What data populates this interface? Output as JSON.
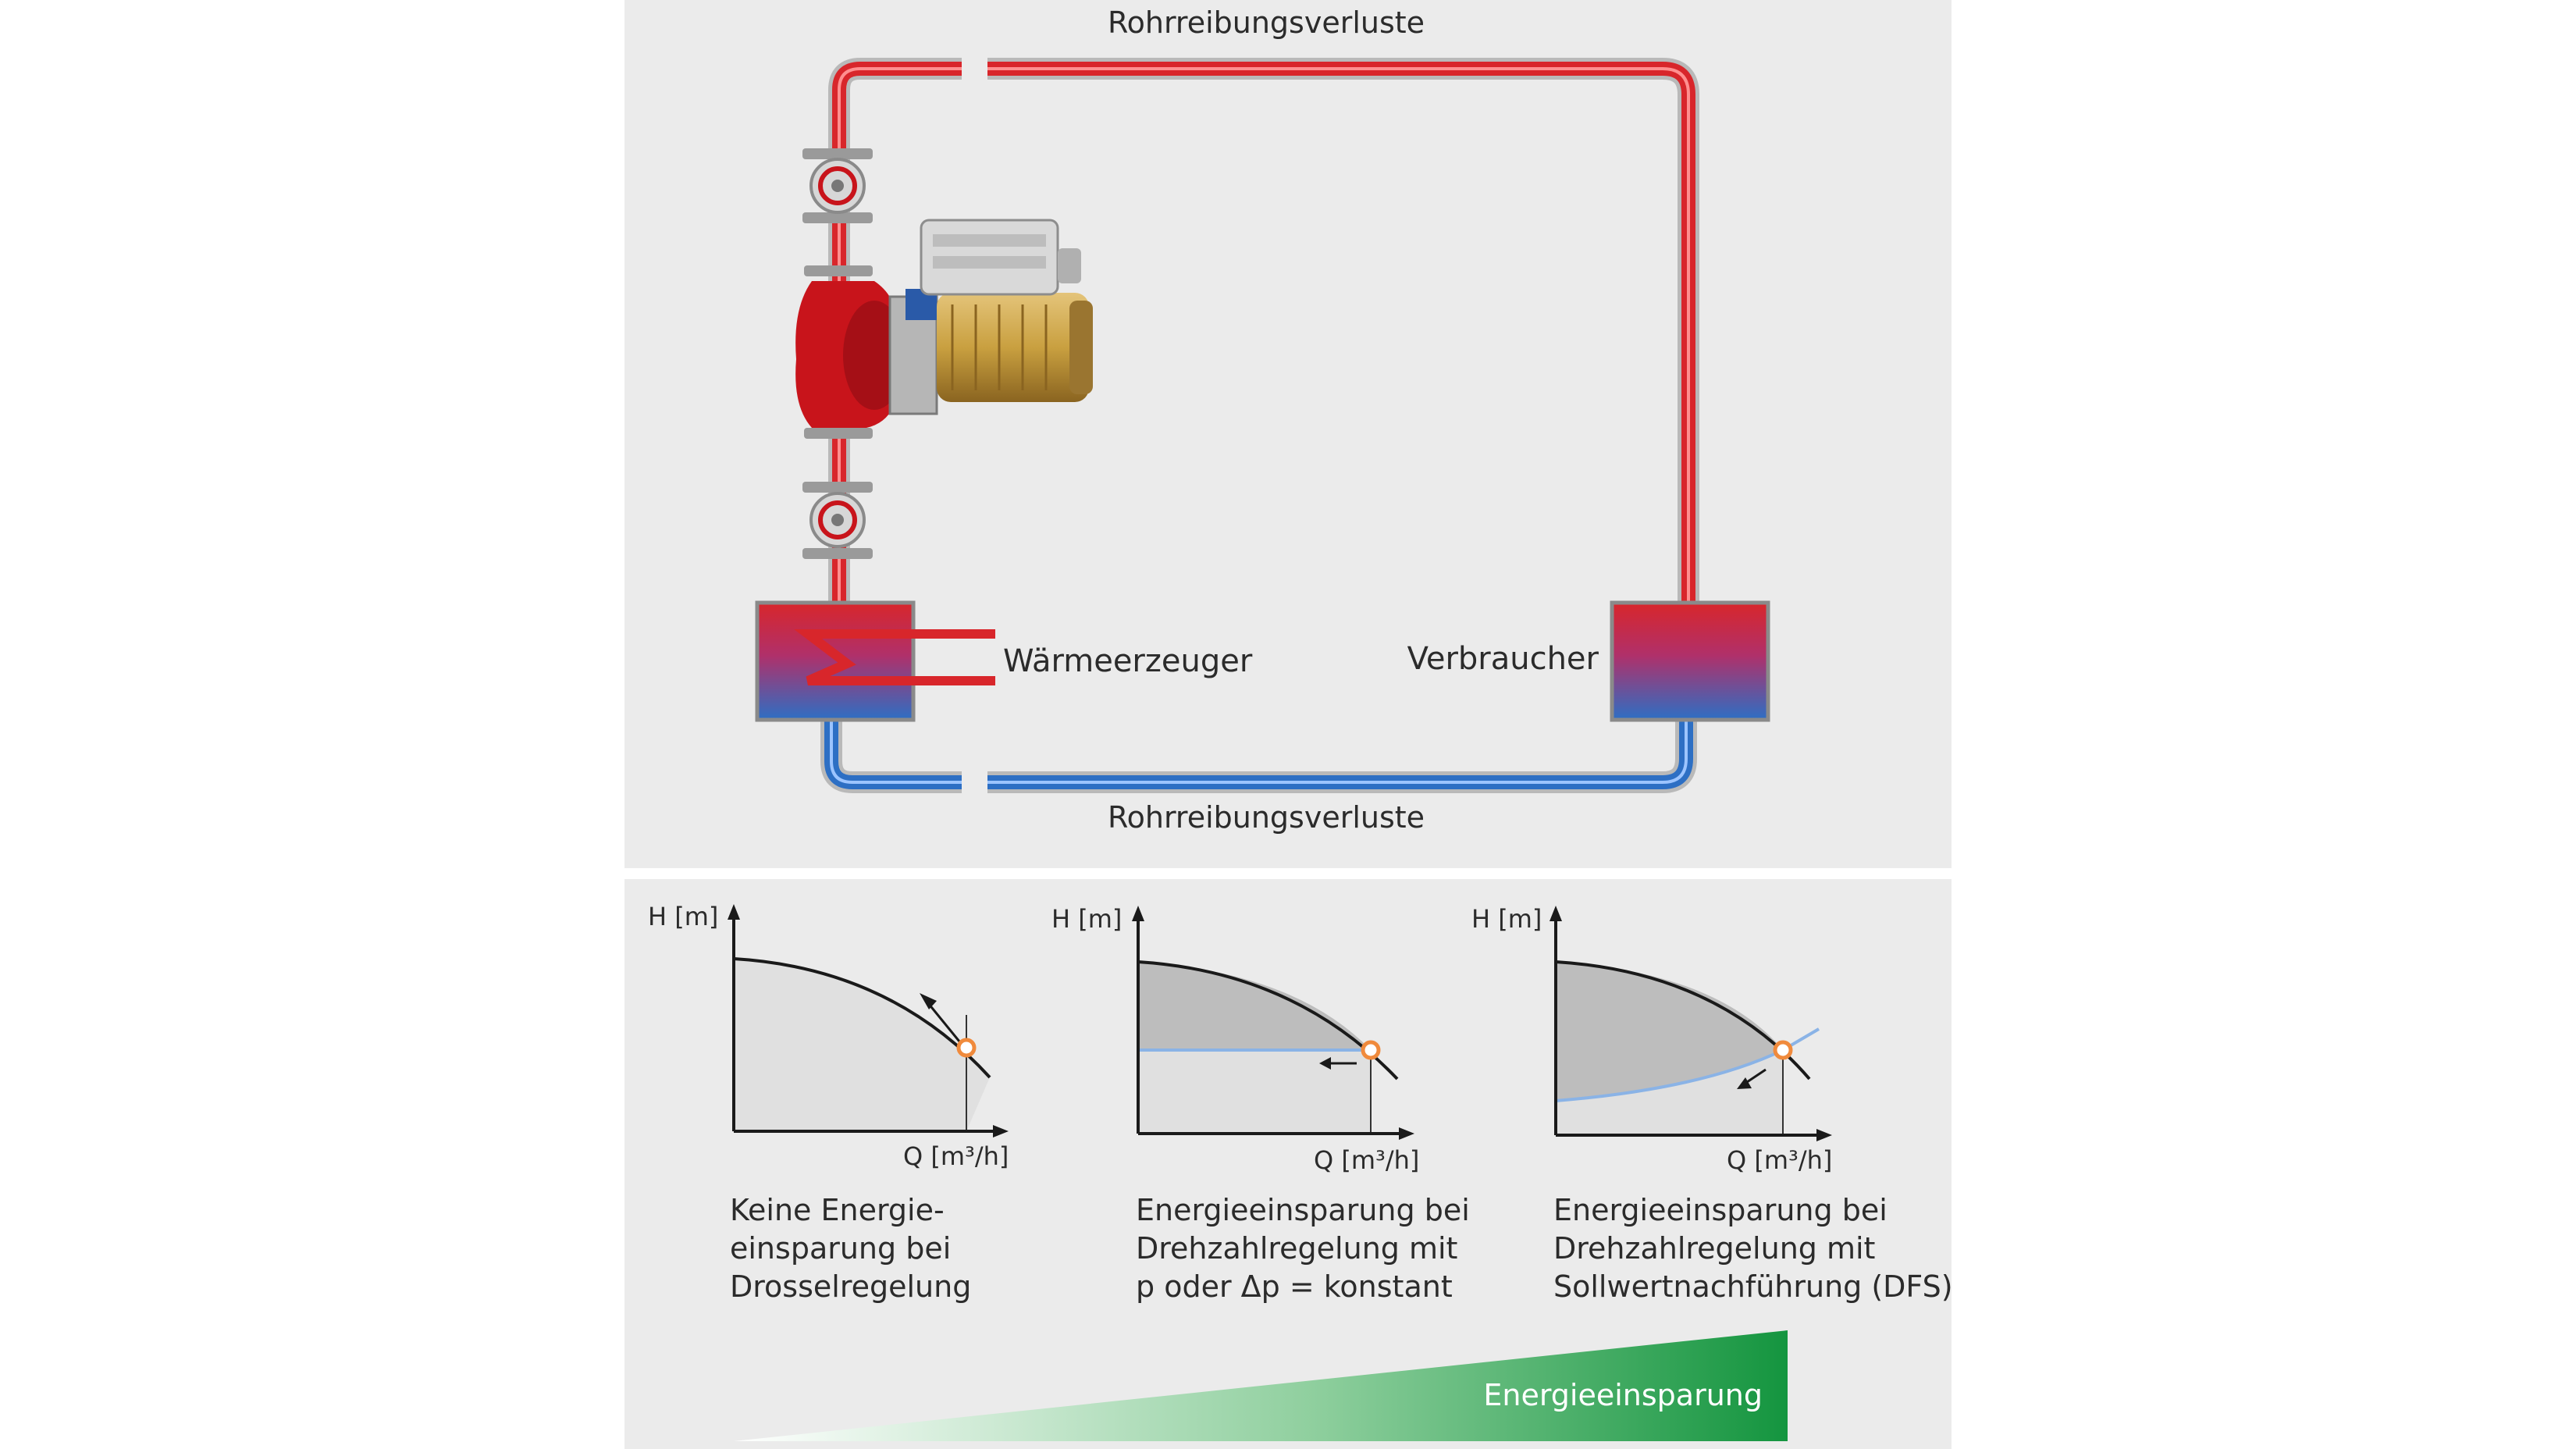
{
  "colors": {
    "panel_bg": "#ebebeb",
    "hot_pipe": "#d8262b",
    "cold_pipe": "#2d6fc4",
    "pump_red": "#c8141b",
    "motor_gold": "#c9a040",
    "operating_point": "#f08a3c",
    "gradient_start": "#ffffff",
    "gradient_end": "#1a9a45",
    "shaded_area": "#bdbdbd",
    "light_area": "#e0e0e0"
  },
  "circuit": {
    "top_label": "Rohrreibungsverluste",
    "bottom_label": "Rohrreibungsverluste",
    "generator_label": "Wärmeerzeuger",
    "consumer_label": "Verbraucher",
    "pump_icon": "circulation-pump-with-motor",
    "valve_icon": "flange-valve"
  },
  "charts": [
    {
      "y_label": "H [m]",
      "x_label": "Q [m³/h]",
      "caption": [
        "Keine Energie-",
        "einsparung bei",
        "Drosselregelung"
      ]
    },
    {
      "y_label": "H [m]",
      "x_label": "Q [m³/h]",
      "caption": [
        "Energieeinsparung bei",
        "Drehzahlregelung mit",
        "p oder Δp = konstant"
      ]
    },
    {
      "y_label": "H [m]",
      "x_label": "Q [m³/h]",
      "caption": [
        "Energieeinsparung bei",
        "Drehzahlregelung mit",
        "Sollwertnachführung (DFS)"
      ]
    }
  ],
  "savings_bar": {
    "label": "Energieeinsparung"
  }
}
